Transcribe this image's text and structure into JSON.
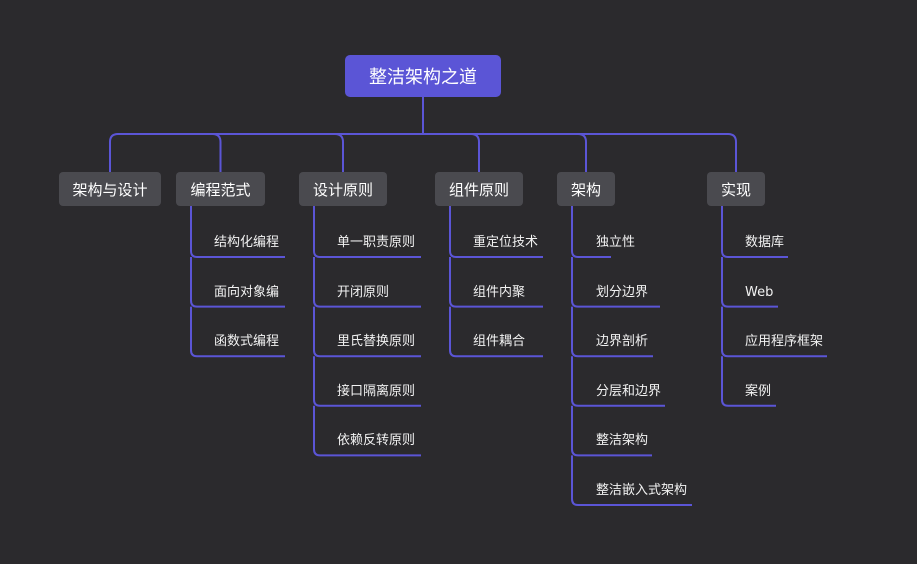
{
  "root": {
    "label": "整洁架构之道"
  },
  "line_color": "#5b55d6",
  "branches": [
    {
      "label": "架构与设计",
      "children": []
    },
    {
      "label": "编程范式",
      "children": [
        "结构化编程",
        "面向对象编",
        "函数式编程"
      ]
    },
    {
      "label": "设计原则",
      "children": [
        "单一职责原则",
        "开闭原则",
        "里氏替换原则",
        "接口隔离原则",
        "依赖反转原则"
      ]
    },
    {
      "label": "组件原则",
      "children": [
        "重定位技术",
        "组件内聚",
        "组件耦合"
      ]
    },
    {
      "label": "架构",
      "children": [
        "独立性",
        "划分边界",
        "边界剖析",
        "分层和边界",
        "整洁架构",
        "整洁嵌入式架构"
      ]
    },
    {
      "label": "实现",
      "children": [
        "数据库",
        "Web",
        "应用程序框架",
        "案例"
      ]
    }
  ]
}
